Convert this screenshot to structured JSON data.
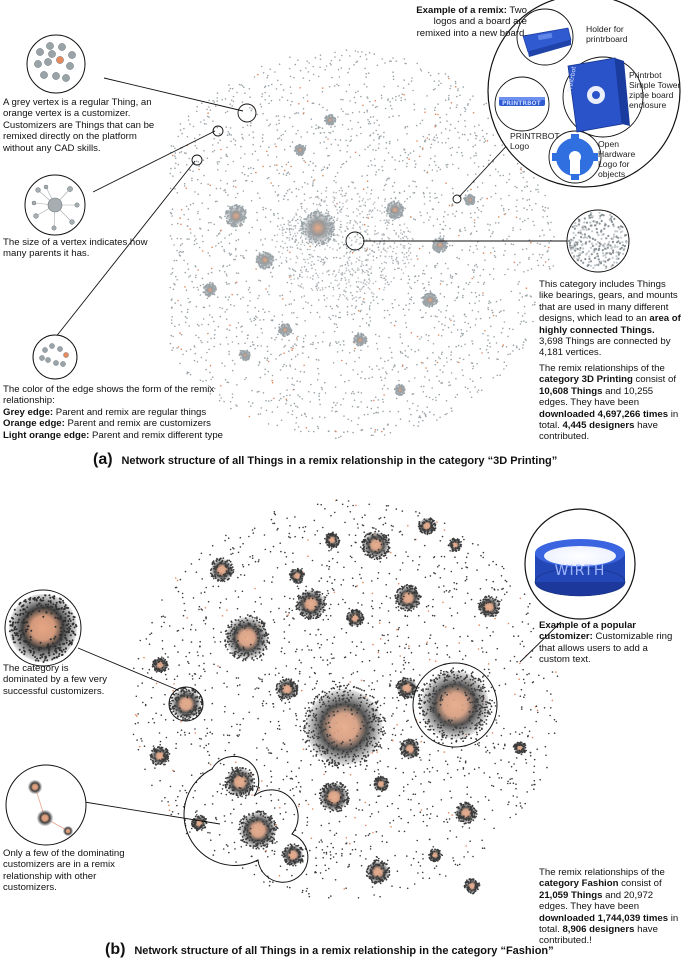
{
  "panel_a": {
    "remix_example": {
      "bold": "Example of a remix:",
      "text": " Two logos and a board are remixed into a new board.",
      "labels": {
        "holder": "Holder for printrboard",
        "enclosure": "Printrbot Simple Tower ziptie board enclosure",
        "printrbot_logo": "PRINTRBOT Logo",
        "oh_logo": "Open Hardware Logo for objects"
      }
    },
    "vertex_note": "A grey vertex is a regular Thing, an orange vertex is a customizer. Customizers are Things that can be remixed directly on the platform without any CAD skills.",
    "size_note": "The size of a vertex indicates how many parents it has.",
    "edge_note": {
      "intro": "The color of the edge shows the form of the remix relationship:",
      "grey_bold": "Grey edge:",
      "grey_text": " Parent and remix are regular things",
      "orange_bold": "Orange edge:",
      "orange_text": " Parent and remix are customizers",
      "light_bold": "Light orange edge:",
      "light_text": " Parent and remix different type"
    },
    "category_note": {
      "text1": "This category includes Things like bearings, gears, and mounts that are used in many different designs, which lead to an ",
      "bold": "area of highly connected Things.",
      "text2": " 3,698 Things are connected by 4,181 vertices."
    },
    "stats": {
      "t1": "The remix relationships of the ",
      "b1": "category 3D Printing",
      "t2": " consist of ",
      "b2": "10,608 Things",
      "t3": " and 10,255 edges. They have been ",
      "b3": "downloaded 4,697,266 times",
      "t4": " in total. ",
      "b4": "4,445 designers",
      "t5": " have contributed."
    },
    "caption_label": "(a)",
    "caption_text": "Network structure of all Things in a remix relationship in the category “3D Printing”"
  },
  "panel_b": {
    "ring_text": "WIRTH",
    "customizer": {
      "bold": "Example of a popular customizer:",
      "text": " Customizable ring that allows users to add a custom text."
    },
    "dominated_note": "The category is dominated by a few very successful customizers.",
    "few_note": "Only a few of the dominating customizers are in a remix relationship with other customizers.",
    "stats": {
      "t1": "The remix relationships of the ",
      "b1": "category Fashion",
      "t2": " consist of ",
      "b2": "21,059 Things",
      "t3": " and 20,972 edges. They have been ",
      "b3": "downloaded 1,744,039 times",
      "t4": " in total. ",
      "b4": "8,906 designers",
      "t5": " have contributed.!"
    },
    "caption_label": "(b)",
    "caption_text": "Network structure of all Things in a remix relationship in the category “Fashion”"
  },
  "colors": {
    "grey_vertex": "#9aa3a8",
    "dark_vertex": "#3a3a3a",
    "orange_vertex": "#e0875a",
    "edge_grey": "#b8bcbf",
    "printrboard_blue": "#2a52c9",
    "ring_blue": "#2447b8"
  }
}
